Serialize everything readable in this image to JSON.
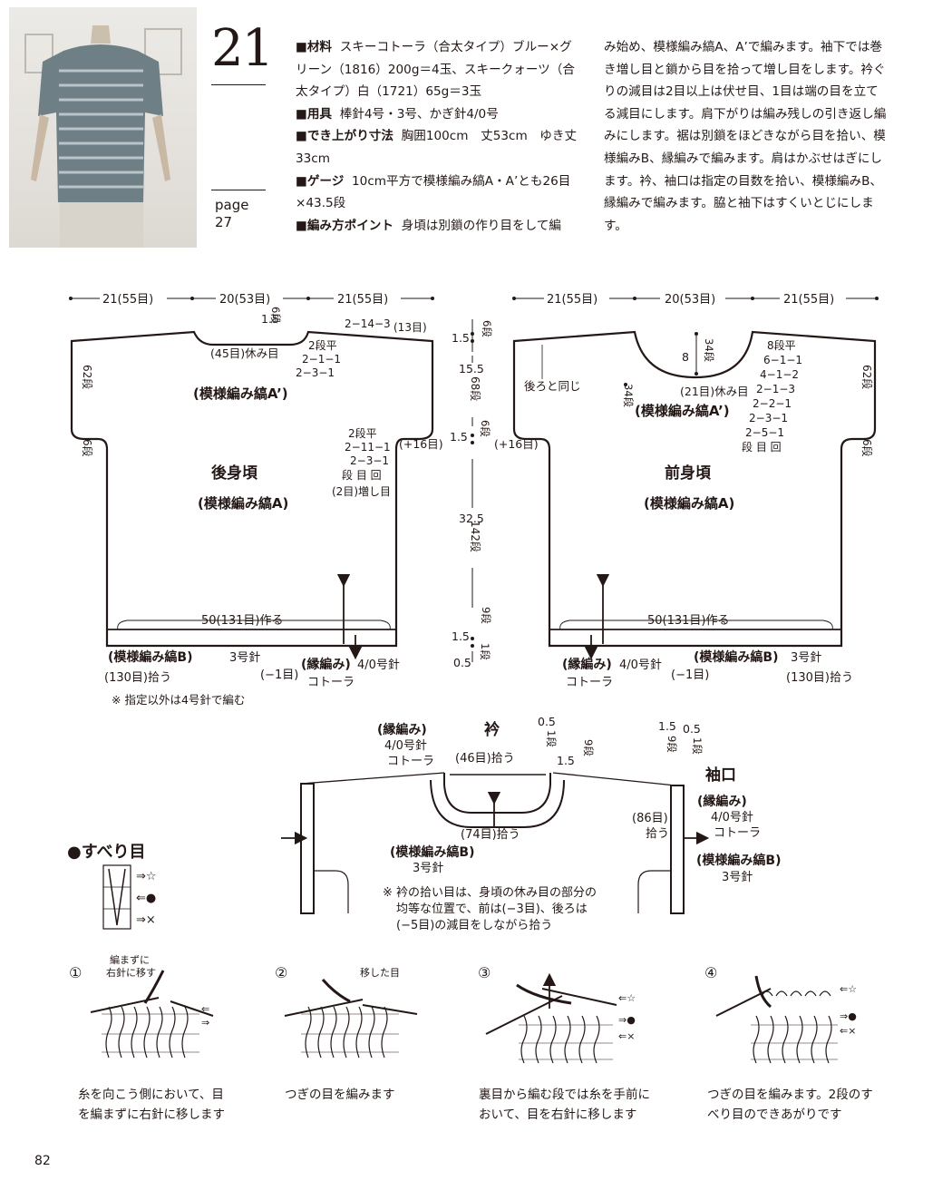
{
  "project": {
    "number": "21",
    "page_label": "page",
    "page_ref": "27"
  },
  "materials": {
    "materials_label": "■材料",
    "materials_text": "スキーコトーラ（合太タイプ）ブルー×グリーン（1816）200g＝4玉、スキークォーツ（合太タイプ）白（1721）65g＝3玉",
    "tools_label": "■用具",
    "tools_text": "棒針4号・3号、かぎ針4/0号",
    "size_label": "■でき上がり寸法",
    "size_text": "胸囲100cm　丈53cm　ゆき丈33cm",
    "gauge_label": "■ゲージ",
    "gauge_text": "10cm平方で模様編み縞A・A’とも26目×43.5段",
    "points_label": "■編み方ポイント",
    "points_text": "身頃は別鎖の作り目をして編"
  },
  "instructions": {
    "col2": "み始め、模様編み縞A、A’で編みます。袖下では巻き増し目と鎖から目を拾って増し目をします。衿ぐりの減目は2目以上は伏せ目、1目は端の目を立てる減目にします。肩下がりは編み残しの引き返し編みにします。裾は別鎖をほどきながら目を拾い、模様編みB、縁編みで編みます。肩はかぶせはぎにします。衿、袖口は指定の目数を拾い、模様編みB、縁編みで編みます。脇と袖下はすくいとじにします。"
  },
  "diagram": {
    "top_dim_left": "21(55目)",
    "top_dim_mid": "20(53目)",
    "top_dim_right": "21(55目)",
    "back_title": "後身頃",
    "front_title": "前身頃",
    "pattern_a": "(模様編み縞A)",
    "pattern_a_prime": "(模様編み縞A’)",
    "pattern_b": "(模様編み縞B)",
    "edging": "(縁編み)",
    "needle3": "3号針",
    "needle_hook": "4/0号針",
    "yarn_cotora": "コトーラ",
    "cast_on": "50(131目)作る",
    "pickup130": "(130目)拾う",
    "minus1": "(−1目)",
    "note_needle": "※ 指定以外は4号針で編む",
    "back_rest": "(45目)休み目",
    "front_rest": "(21目)休み目",
    "shoulder_steps": "2−14−3",
    "shoulder_count": "(13目)",
    "same_as_back": "後ろと同じ",
    "plus16": "(+16目)",
    "increase2": "(2目)増し目",
    "six_dan": "6段",
    "sixtytwo_dan": "62段",
    "thirtyfour_dan": "34段",
    "sixtyeight_dan": "68段",
    "onefortytwo_dan": "142段",
    "nine_dan": "9段",
    "one_dan": "1段",
    "v15": "1.5",
    "v155": "15.5",
    "v325": "32.5",
    "v05": "0.5",
    "v8": "8",
    "back_neck_steps": [
      "2段平",
      "2−1−1",
      "2−3−1"
    ],
    "sleeve_inc_steps": [
      "2段平",
      "2−11−1",
      "2−3−1",
      "段 目 回"
    ],
    "front_neck_steps": [
      "8段平",
      "6−1−1",
      "4−1−2",
      "2−1−3",
      "2−2−1",
      "2−3−1",
      "2−5−1",
      "段 目 回"
    ]
  },
  "collar": {
    "title": "衿",
    "cuff_title": "袖口",
    "pick46": "(46目)拾う",
    "pick74": "(74目)拾う",
    "pick86": "(86目)",
    "pick86b": "拾う",
    "note": [
      "※ 衿の拾い目は、身頃の休み目の部分の",
      "均等な位置で、前は(−3目)、後ろは",
      "(−5目)の減目をしながら拾う"
    ]
  },
  "slip": {
    "title": "●すべり目",
    "legend_star": "⇒☆",
    "legend_dot": "⇐●",
    "legend_x": "⇒×",
    "steps": [
      {
        "no": "①",
        "label": "編まずに右針に移す",
        "caption": [
          "糸を向こう側において、目",
          "を編まずに右針に移します"
        ]
      },
      {
        "no": "②",
        "label": "移した目",
        "caption": [
          "つぎの目を編みます"
        ]
      },
      {
        "no": "③",
        "label": "",
        "caption": [
          "裏目から編む段では糸を手前に",
          "おいて、目を右針に移します"
        ]
      },
      {
        "no": "④",
        "label": "",
        "caption": [
          "つぎの目を編みます。2段のす",
          "べり目のできあがりです"
        ]
      }
    ]
  },
  "footer": {
    "page_number": "82"
  }
}
